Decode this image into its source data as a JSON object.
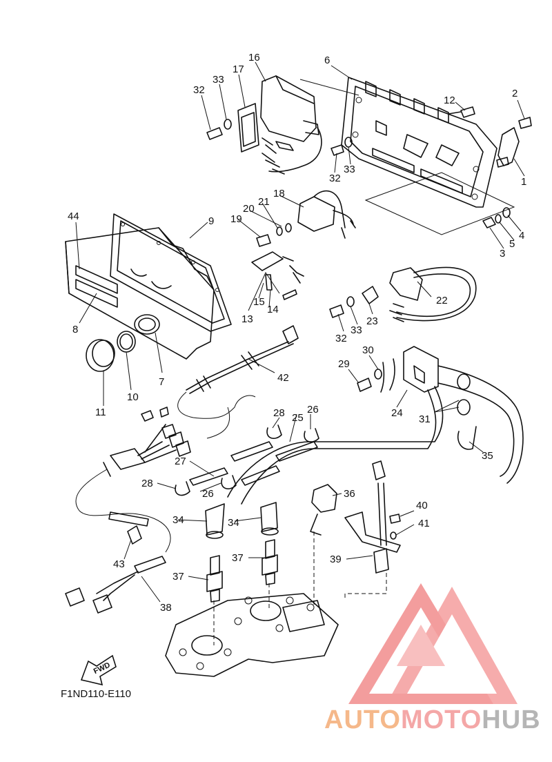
{
  "diagram_code": "F1ND110-E110",
  "fwd_label": "FWD",
  "watermark": {
    "part1": "AUTO",
    "part2": "MOTO",
    "part3": "HUB"
  },
  "callouts": [
    "1",
    "2",
    "3",
    "4",
    "5",
    "6",
    "7",
    "8",
    "9",
    "10",
    "11",
    "12",
    "13",
    "14",
    "15",
    "16",
    "17",
    "18",
    "19",
    "20",
    "21",
    "22",
    "23",
    "24",
    "25",
    "26",
    "26",
    "27",
    "28",
    "28",
    "29",
    "30",
    "31",
    "32",
    "32",
    "32",
    "33",
    "33",
    "33",
    "34",
    "34",
    "35",
    "36",
    "37",
    "37",
    "38",
    "39",
    "40",
    "41",
    "42",
    "43",
    "44"
  ]
}
